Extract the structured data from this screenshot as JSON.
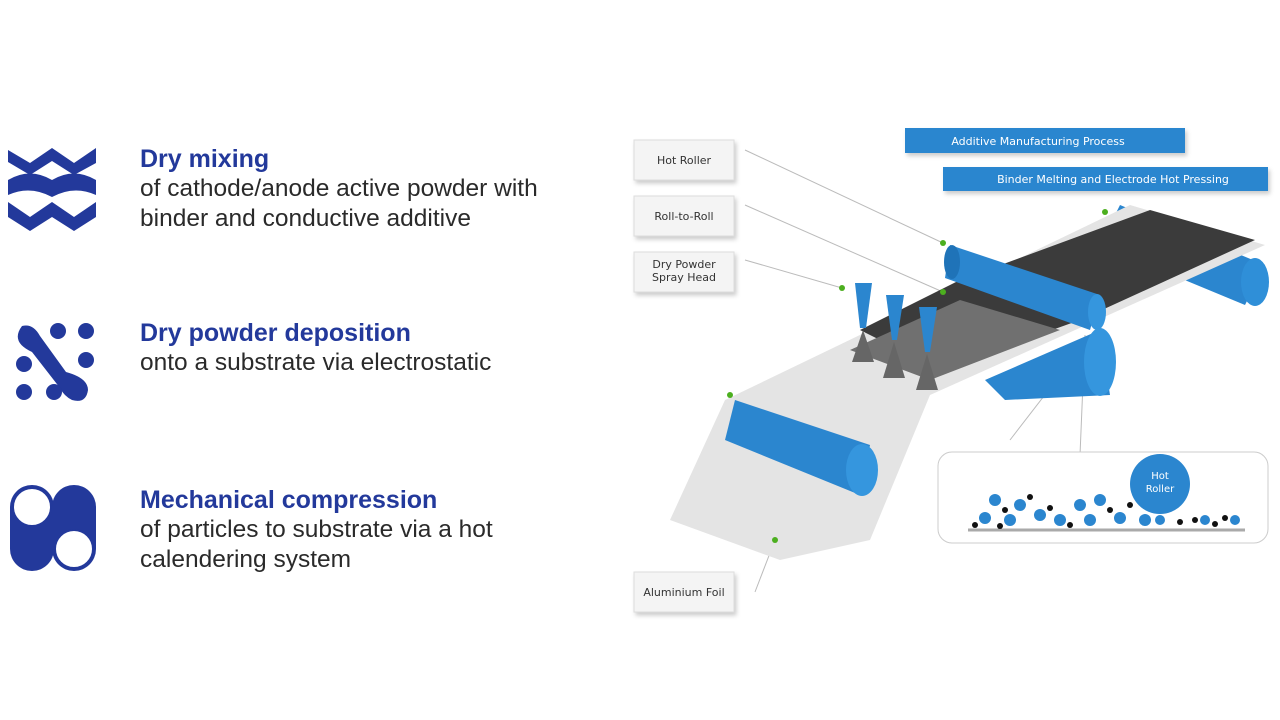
{
  "steps": [
    {
      "title": "Dry mixing",
      "lines": [
        "of cathode/anode active powder with",
        "binder and conductive additive"
      ]
    },
    {
      "title": "Dry powder deposition",
      "lines": [
        "onto a substrate via electrostatic"
      ]
    },
    {
      "title": "Mechanical compression",
      "lines": [
        "of particles to substrate via a hot",
        "calendering system"
      ]
    }
  ],
  "diagram": {
    "labels": {
      "hot_roller": "Hot Roller",
      "roll_to_roll": "Roll-to-Roll",
      "spray_head_1": "Dry Powder",
      "spray_head_2": "Spray Head",
      "foil": "Aluminium Foil"
    },
    "banners": {
      "additive": "Additive Manufacturing Process",
      "binder": "Binder Melting and Electrode Hot Pressing"
    },
    "inset": {
      "roller_1": "Hot",
      "roller_2": "Roller"
    }
  },
  "colors": {
    "accent": "#23399b",
    "diagram_blue": "#2b86cf"
  }
}
